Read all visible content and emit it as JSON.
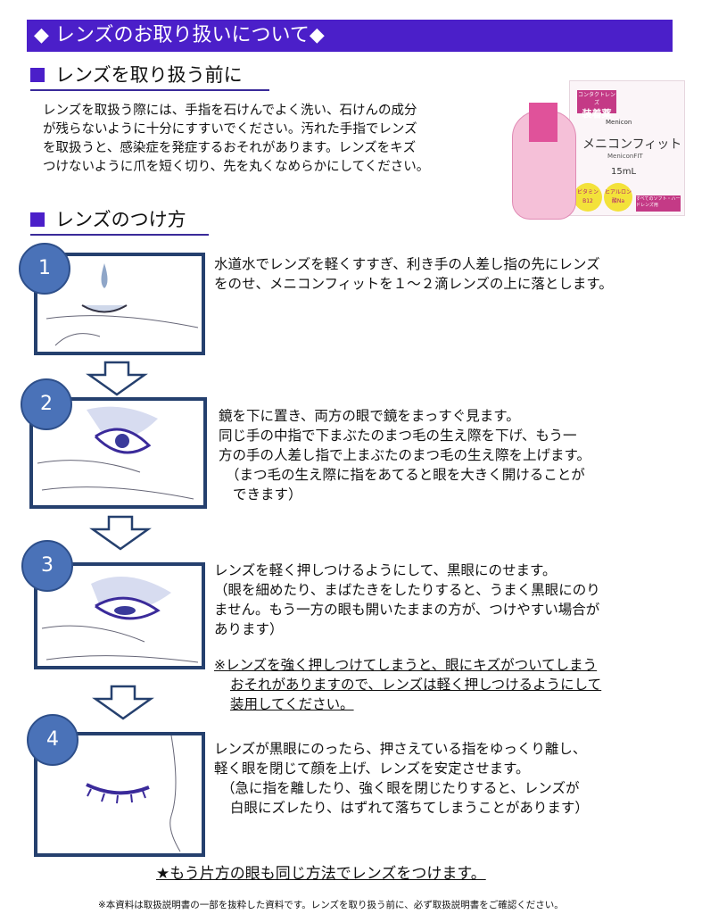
{
  "title": "◆ レンズのお取り扱いについて◆",
  "section1": {
    "heading": "レンズを取り扱う前に",
    "text": [
      "レンズを取扱う際には、手指を石けんでよく洗い、石けんの成分",
      "が残らないように十分にすすいでください。汚れた手指でレンズ",
      "を取扱うと、感染症を発症するおそれがあります。レンズをキズ",
      "つけないように爪を短く切り、先を丸くなめらかにしてください。"
    ]
  },
  "product": {
    "box_label_top": "コンタクトレンズ",
    "box_label": "装着薬",
    "brand": "Menicon",
    "name": "メニコンフィット",
    "name_en": "MeniconFIT",
    "volume": "15mL",
    "badge1": "ビタミンB12",
    "badge2": "ヒアルロン酸Na",
    "footer": "すべてのソフト・ハードレンズ用"
  },
  "section2": {
    "heading": "レンズのつけ方"
  },
  "steps": [
    {
      "num": "1",
      "lines": [
        "水道水でレンズを軽くすすぎ、利き手の人差し指の先にレンズ",
        "をのせ、メニコンフィットを１～２滴レンズの上に落とします。"
      ]
    },
    {
      "num": "2",
      "lines": [
        "鏡を下に置き、両方の眼で鏡をまっすぐ見ます。",
        "同じ手の中指で下まぶたのまつ毛の生え際を下げ、もう一",
        "方の手の人差し指で上まぶたのまつ毛の生え際を上げます。",
        "（まつ毛の生え際に指をあてると眼を大きく開けることが",
        "できます）"
      ]
    },
    {
      "num": "3",
      "lines": [
        "レンズを軽く押しつけるようにして、黒眼にのせます。",
        "（眼を細めたり、まばたきをしたりすると、うまく黒眼にのり",
        "ません。もう一方の眼も開いたままの方が、つけやすい場合が",
        "あります）"
      ],
      "note": [
        "※レンズを強く押しつけてしまうと、眼にキズがついてしまう",
        "おそれがありますので、レンズは軽く押しつけるようにして",
        "装用してください。"
      ]
    },
    {
      "num": "4",
      "lines": [
        "レンズが黒眼にのったら、押さえている指をゆっくり離し、",
        "軽く眼を閉じて顔を上げ、レンズを安定させます。",
        "（急に指を離したり、強く眼を閉じたりすると、レンズが",
        "白眼にズレたり、はずれて落ちてしまうことがあります）"
      ]
    }
  ],
  "closing": "★もう片方の眼も同じ方法でレンズをつけます。",
  "footnote": "※本資料は取扱説明書の一部を抜粋した資料です。レンズを取り扱う前に、必ず取扱説明書をご確認ください。"
}
